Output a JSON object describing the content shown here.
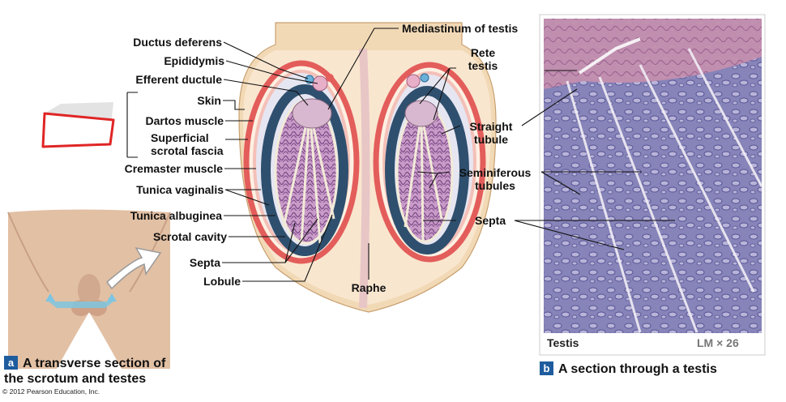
{
  "panel_a": {
    "badge": "a",
    "caption_line1": "A transverse section of",
    "caption_line2": "the scrotum and testes"
  },
  "panel_b": {
    "badge": "b",
    "caption": "A section through a testis",
    "image_label": "Testis",
    "magnification": "LM × 26"
  },
  "labels": {
    "ductus_deferens": "Ductus deferens",
    "epididymis": "Epididymis",
    "efferent_ductule": "Efferent ductule",
    "skin": "Skin",
    "dartos_muscle": "Dartos muscle",
    "superficial_1": "Superficial",
    "superficial_2": "scrotal fascia",
    "cremaster_muscle": "Cremaster muscle",
    "tunica_vaginalis": "Tunica vaginalis",
    "tunica_albuginea": "Tunica albuginea",
    "scrotal_cavity": "Scrotal cavity",
    "septa_left": "Septa",
    "lobule": "Lobule",
    "mediastinum": "Mediastinum of testis",
    "raphe": "Raphe",
    "rete_1": "Rete",
    "rete_2": "testis",
    "straight_1": "Straight",
    "straight_2": "tubule",
    "semi_1": "Seminiferous",
    "semi_2": "tubules",
    "septa_right": "Septa"
  },
  "copyright": "© 2012 Pearson Education, Inc.",
  "colors": {
    "muscle_red": "#e35d5b",
    "skin_tan": "#f2d9b6",
    "tunica_blue": "#2f4f6e",
    "lobule_purple": "#9a6c9e",
    "histology_purple": "#8886b8",
    "badge_blue": "#1e5c9e"
  }
}
